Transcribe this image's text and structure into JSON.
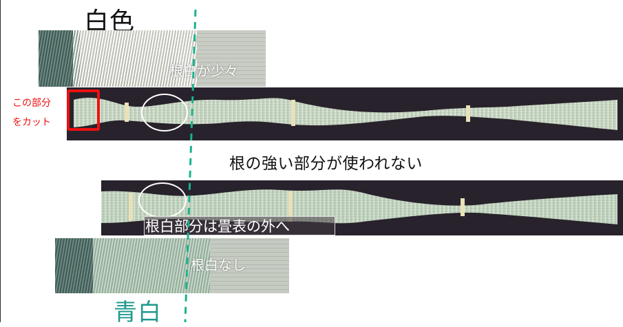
{
  "titles": {
    "top": "白色",
    "bottom": "青白"
  },
  "captions": {
    "root_white_little": "根白が少々",
    "root_part_outside": "根白部分は畳表の外へ",
    "no_root_white": "根白なし"
  },
  "annotations": {
    "cut_line_1": "この部分",
    "cut_line_2": "をカット",
    "strong_part_unused": "根の強い部分が使われない"
  },
  "colors": {
    "cut_red": "#ee1010",
    "title_bottom_color": "#1f9a8f",
    "dashed_line_color": "#19b38f"
  }
}
